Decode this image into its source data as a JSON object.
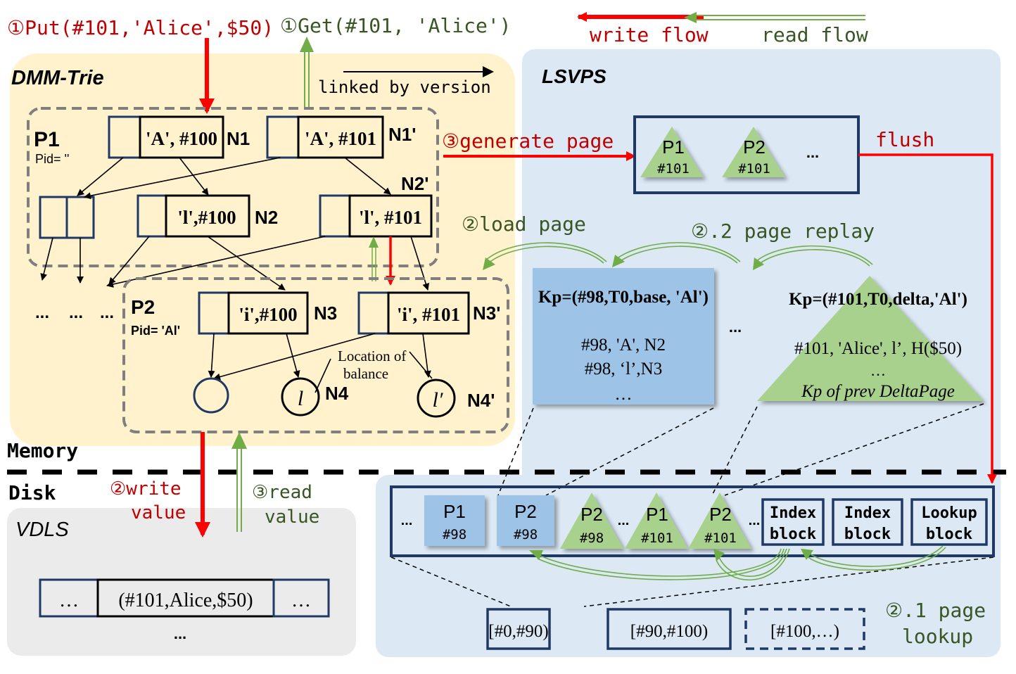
{
  "colors": {
    "write": "#ff0000",
    "write_text": "#c00000",
    "read": "#70ad47",
    "read_text": "#375623",
    "memory_bg": "#fff2cc",
    "lsvps_bg": "#dce9f5",
    "vdls_bg": "#ebebeb",
    "basepage": "#9dc3e6",
    "deltapage": "#a9d18e",
    "navy": "#1f3864",
    "dash_gray": "#7f7f7f"
  },
  "legend": {
    "write_flow": "write flow",
    "read_flow": "read flow"
  },
  "ops": {
    "put": "①Put(#101,'Alice',$50)",
    "get": "①Get(#101, 'Alice')"
  },
  "dmm_trie": {
    "title": "DMM-Trie",
    "linked_by_version": "linked by version",
    "p1": {
      "label": "P1",
      "pid": "Pid= ''",
      "nodes": [
        {
          "id": "N1",
          "text": "'A', #100"
        },
        {
          "id": "N1'",
          "text": "'A', #101"
        },
        {
          "id": "N2",
          "text": "'l',#100"
        },
        {
          "id": "N2'",
          "text": "'l', #101"
        }
      ]
    },
    "p2": {
      "label": "P2",
      "pid": "Pid= 'Al'",
      "nodes": [
        {
          "id": "N3",
          "text": "'i',#100"
        },
        {
          "id": "N3'",
          "text": "'i', #101"
        },
        {
          "id": "N4",
          "text": "l"
        },
        {
          "id": "N4'",
          "text": "l′"
        }
      ],
      "annotation_line1": "Location of",
      "annotation_line2": "balance"
    },
    "ellipses": [
      "...",
      "...",
      "..."
    ]
  },
  "layers": {
    "memory": "Memory",
    "disk": "Disk"
  },
  "lsvps": {
    "title": "LSVPS",
    "generate_page": "③generate page",
    "flush": "flush",
    "buffer_pages": [
      {
        "name": "P1",
        "version": "#101"
      },
      {
        "name": "P2",
        "version": "#101"
      }
    ],
    "buffer_more": "...",
    "load_page": "②load page",
    "page_replay": "②.2 page replay",
    "base_page": {
      "key": "Kp=(#98,T0,base, 'Al')",
      "rows": [
        "#98, 'A', N2",
        "#98, ‘l’,N3",
        "…"
      ]
    },
    "middle_ellipsis": "...",
    "delta_page": {
      "key": "Kp=(#101,T0,delta,'Al')",
      "rows": [
        "#101, 'Alice', l’, H($50)",
        "…",
        "Kp of prev DeltaPage"
      ]
    },
    "disk_file": {
      "items": [
        {
          "type": "ellipsis",
          "text": "..."
        },
        {
          "type": "base",
          "name": "P1",
          "version": "#98"
        },
        {
          "type": "base",
          "name": "P2",
          "version": "#98"
        },
        {
          "type": "delta",
          "name": "P2",
          "version": "#98"
        },
        {
          "type": "ellipsis",
          "text": "..."
        },
        {
          "type": "delta",
          "name": "P1",
          "version": "#101"
        },
        {
          "type": "delta",
          "name": "P2",
          "version": "#101"
        },
        {
          "type": "ellipsis",
          "text": "..."
        },
        {
          "type": "block",
          "line1": "Index",
          "line2": "block"
        },
        {
          "type": "block",
          "line1": "Index",
          "line2": "block"
        },
        {
          "type": "block",
          "line1": "Lookup",
          "line2": "block"
        }
      ]
    },
    "ranges": [
      "[#0,#90)",
      "[#90,#100)",
      "[#100,…)"
    ],
    "page_lookup_line1": "②.1 page",
    "page_lookup_line2": "lookup"
  },
  "vdls": {
    "title": "VDLS",
    "write_value_line1": "②write",
    "write_value_line2": "value",
    "read_value_line1": "③read",
    "read_value_line2": "value",
    "record": "(#101,Alice,$50)",
    "left_ellipsis": "…",
    "right_ellipsis": "…",
    "below_ellipsis": "..."
  }
}
